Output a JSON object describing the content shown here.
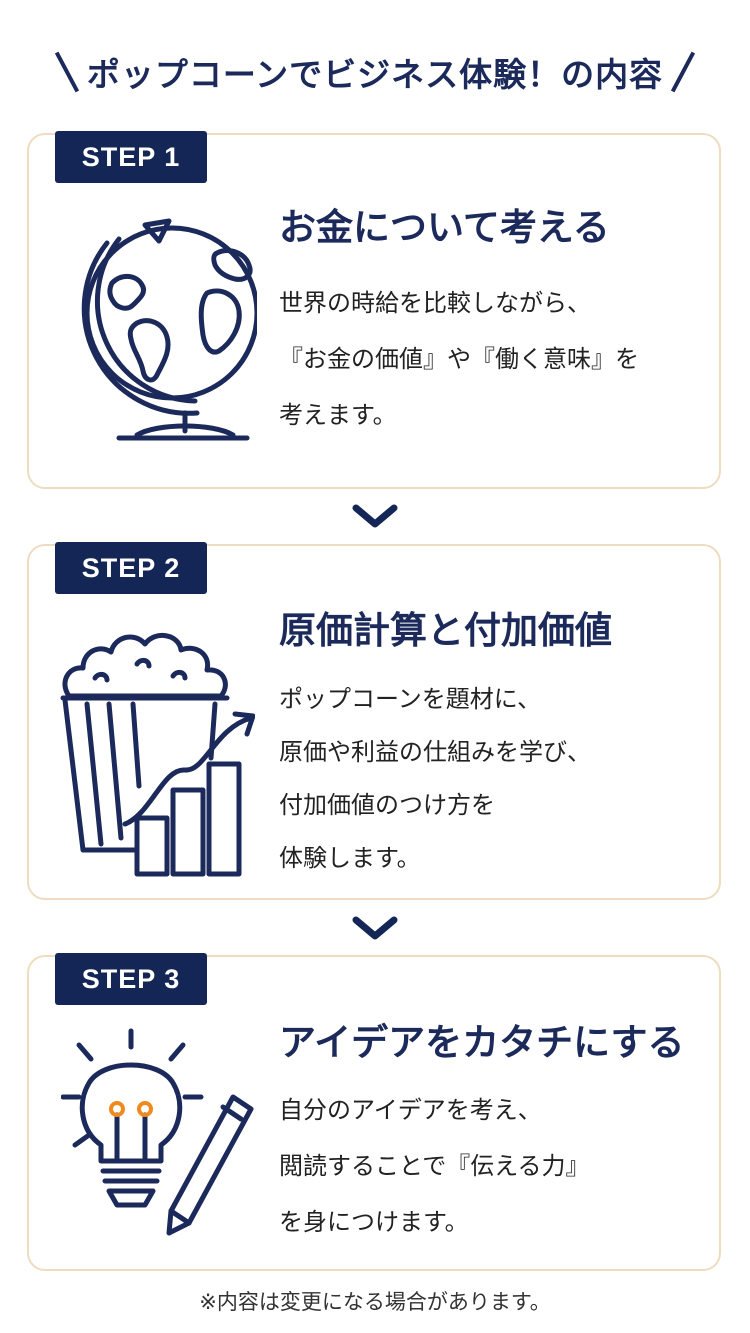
{
  "title": "ポップコーンでビジネス体験！の内容",
  "steps": [
    {
      "badge": "STEP 1",
      "heading": "お金について考える",
      "desc": "世界の時給を比較しながら、\n『お金の価値』や『働く意味』を\n考えます。",
      "icon": "globe-icon"
    },
    {
      "badge": "STEP 2",
      "heading": "原価計算と付加価値",
      "desc": "ポップコーンを題材に、\n原価や利益の仕組みを学び、\n付加価値のつけ方を\n体験します。",
      "icon": "popcorn-chart-icon"
    },
    {
      "badge": "STEP 3",
      "heading": "アイデアをカタチにする",
      "desc": "自分のアイデアを考え、\n閲読することで『伝える力』\nを身につけます。",
      "icon": "lightbulb-pencil-icon"
    }
  ],
  "footnote": "※内容は変更になる場合があります。",
  "colors": {
    "navy": "#132656",
    "card_border": "#efdcc0",
    "accent_orange": "#f08a1c"
  }
}
